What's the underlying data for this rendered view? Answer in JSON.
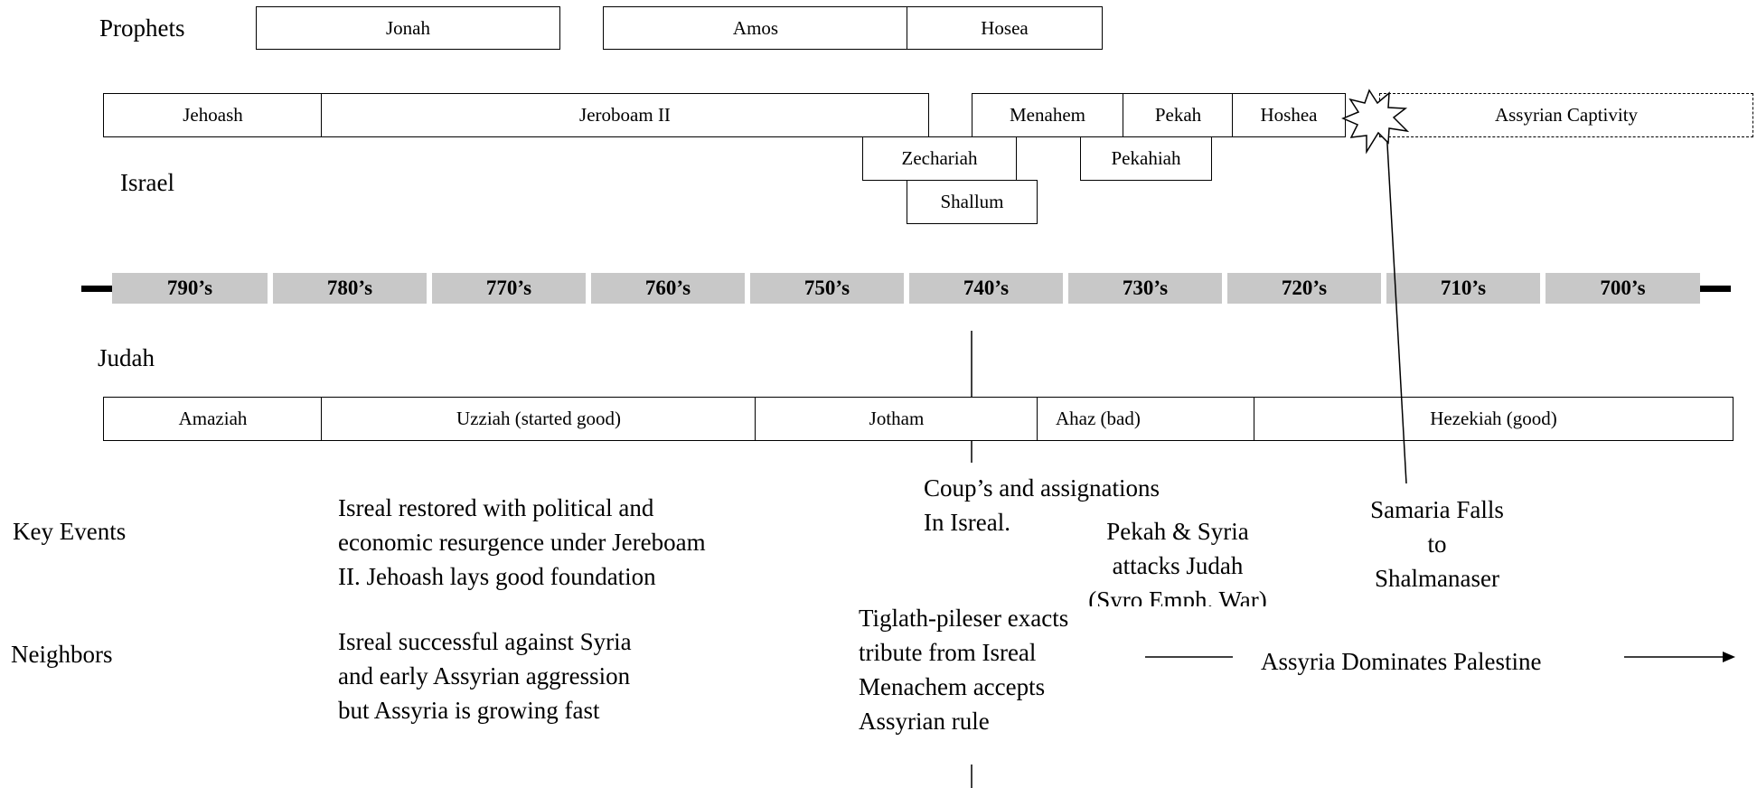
{
  "labels": {
    "prophets": "Prophets",
    "israel": "Israel",
    "judah": "Judah",
    "key_events": "Key Events",
    "neighbors": "Neighbors"
  },
  "prophets": [
    "Jonah",
    "Amos",
    "Hosea"
  ],
  "israel_kings": [
    "Jehoash",
    "Jeroboam II",
    "Zechariah",
    "Shallum",
    "Menahem",
    "Pekahiah",
    "Pekah",
    "Hoshea"
  ],
  "israel_captivity": "Assyrian Captivity",
  "decades": [
    "790’s",
    "780’s",
    "770’s",
    "760’s",
    "750’s",
    "740’s",
    "730’s",
    "720’s",
    "710’s",
    "700’s"
  ],
  "judah_kings": [
    "Amaziah",
    "Uzziah (started good)",
    "Jotham",
    "Ahaz (bad)",
    "Hezekiah (good)"
  ],
  "key_events": {
    "restoration": [
      "Isreal restored with political and",
      "economic resurgence under Jereboam",
      "II. Jehoash lays good foundation"
    ],
    "coups": [
      "Coup’s and assignations",
      "In Isreal."
    ],
    "syro": [
      "Pekah & Syria",
      "attacks Judah",
      "(Syro Emph. War)"
    ],
    "samaria": [
      "Samaria Falls",
      "to",
      "Shalmanaser"
    ]
  },
  "neighbors": {
    "early": [
      "Isreal successful against Syria",
      "and early Assyrian aggression",
      "but Assyria is growing fast"
    ],
    "tiglath": [
      "Tiglath-pileser exacts",
      "tribute from Isreal",
      "Menachem accepts",
      "Assyrian rule"
    ],
    "dominates": "Assyria Dominates Palestine"
  },
  "colors": {
    "decade_band": "#c8c8c8",
    "line": "#000000"
  },
  "icons": {
    "fall_marker": "starburst-icon"
  }
}
